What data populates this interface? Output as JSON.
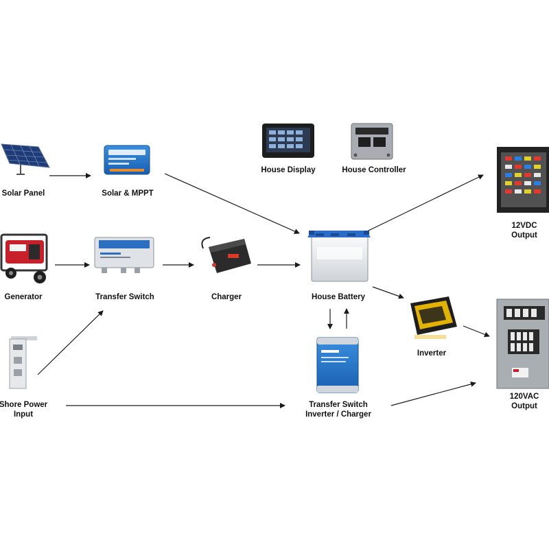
{
  "nodes": {
    "solar_panel": {
      "label": [
        "Solar Panel"
      ]
    },
    "solar_mppt": {
      "label": [
        "Solar & MPPT"
      ]
    },
    "house_display": {
      "label": [
        "House Display"
      ]
    },
    "house_controller": {
      "label": [
        "House Controller"
      ]
    },
    "dc_output": {
      "label": [
        "12VDC",
        "Output"
      ]
    },
    "generator": {
      "label": [
        "Generator"
      ]
    },
    "transfer_switch": {
      "label": [
        "Transfer Switch"
      ]
    },
    "charger": {
      "label": [
        "Charger"
      ]
    },
    "house_battery": {
      "label": [
        "House Battery"
      ]
    },
    "inverter": {
      "label": [
        "Inverter"
      ]
    },
    "shore_power": {
      "label": [
        "Shore Power",
        "Input"
      ]
    },
    "transfer_inverter_charger": {
      "label": [
        "Transfer Switch",
        "Inverter / Charger"
      ]
    },
    "ac_output": {
      "label": [
        "120VAC",
        "Output"
      ]
    }
  },
  "edges": [
    {
      "from": "solar_panel",
      "to": "solar_mppt"
    },
    {
      "from": "solar_mppt",
      "to": "house_battery"
    },
    {
      "from": "generator",
      "to": "transfer_switch"
    },
    {
      "from": "transfer_switch",
      "to": "charger"
    },
    {
      "from": "charger",
      "to": "house_battery"
    },
    {
      "from": "house_battery",
      "to": "dc_output"
    },
    {
      "from": "house_battery",
      "to": "inverter"
    },
    {
      "from": "inverter",
      "to": "ac_output"
    },
    {
      "from": "shore_power",
      "to": "transfer_switch"
    },
    {
      "from": "shore_power",
      "to": "transfer_inverter_charger"
    },
    {
      "from": "house_battery",
      "to": "transfer_inverter_charger"
    },
    {
      "from": "transfer_inverter_charger",
      "to": "house_battery"
    },
    {
      "from": "transfer_inverter_charger",
      "to": "ac_output"
    }
  ],
  "colors": {
    "arrow": "#1a1a1a",
    "label": "#111111",
    "victron_blue": "#1f72c4",
    "battery_blue": "#2a6cc8",
    "generator_red": "#c8202a",
    "inverter_yellow": "#e2b300"
  }
}
